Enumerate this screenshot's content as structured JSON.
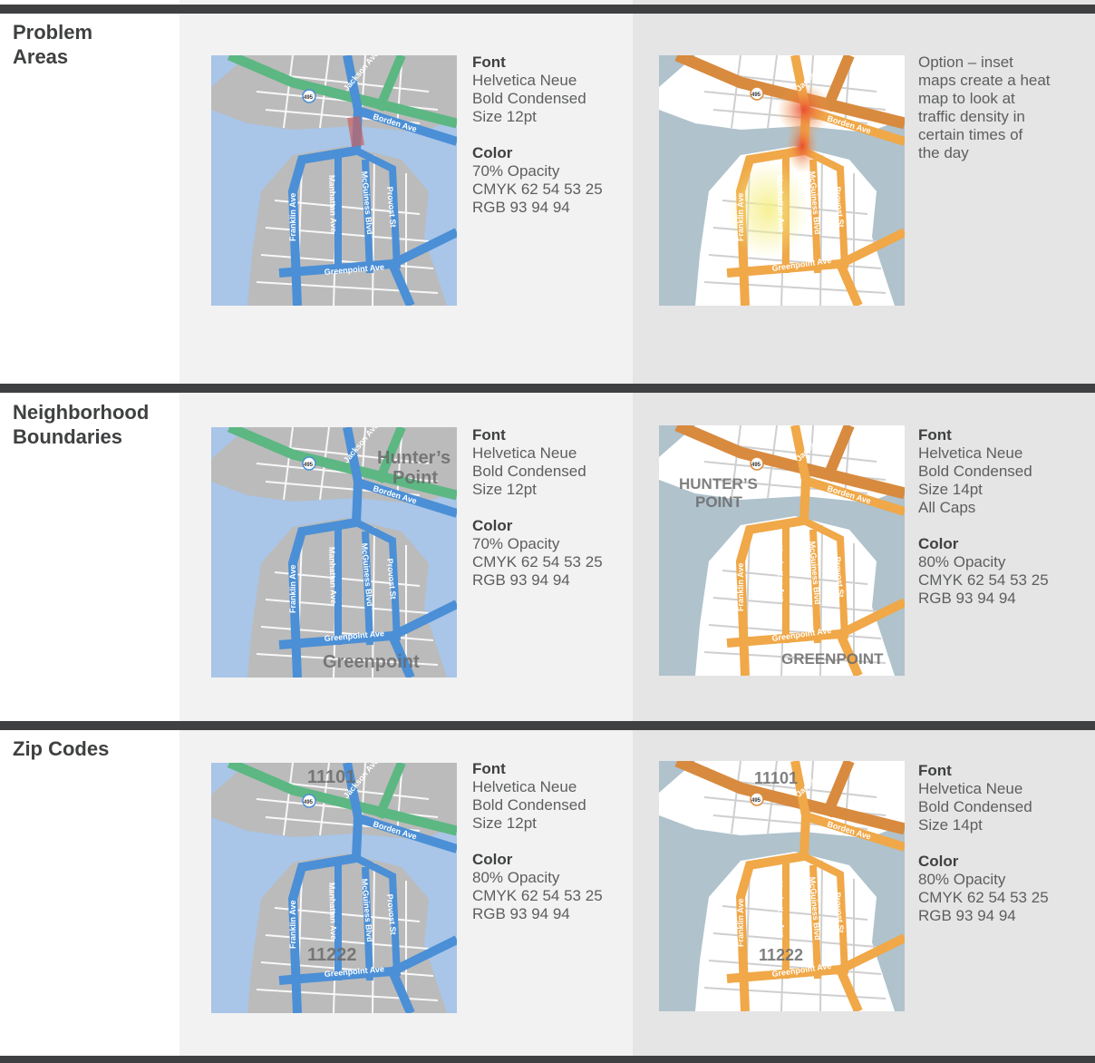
{
  "sections": [
    {
      "id": "problem",
      "title_line1": "Problem",
      "title_line2": "Areas",
      "left_spec": {
        "font_heading": "Font",
        "font_lines": [
          "Helvetica Neue",
          "Bold Condensed",
          "Size 12pt"
        ],
        "color_heading": "Color",
        "color_lines": [
          "70% Opacity",
          "CMYK 62 54 53 25",
          "RGB 93 94 94"
        ]
      },
      "right_note": [
        "Option – inset",
        "maps create a heat",
        "map to look at",
        "traffic density in",
        "certain times of",
        "the day"
      ]
    },
    {
      "id": "neighborhood",
      "title_line1": "Neighborhood",
      "title_line2": "Boundaries",
      "left_labels": {
        "hunters_1": "Hunter’s",
        "hunters_2": "Point",
        "greenpoint": "Greenpoint"
      },
      "right_labels": {
        "hunters_1": "HUNTER’S",
        "hunters_2": "POINT",
        "greenpoint": "GREENPOINT"
      },
      "left_spec": {
        "font_heading": "Font",
        "font_lines": [
          "Helvetica Neue",
          "Bold Condensed",
          "Size 12pt"
        ],
        "color_heading": "Color",
        "color_lines": [
          "70% Opacity",
          "CMYK 62 54 53 25",
          "RGB 93 94 94"
        ]
      },
      "right_spec": {
        "font_heading": "Font",
        "font_lines": [
          "Helvetica Neue",
          "Bold Condensed",
          "Size 14pt",
          "All Caps"
        ],
        "color_heading": "Color",
        "color_lines": [
          "80% Opacity",
          "CMYK 62 54 53 25",
          "RGB 93 94 94"
        ]
      }
    },
    {
      "id": "zip",
      "title_line1": "Zip Codes",
      "zips": {
        "north": "11101",
        "south": "11222"
      },
      "left_spec": {
        "font_heading": "Font",
        "font_lines": [
          "Helvetica Neue",
          "Bold Condensed",
          "Size 12pt"
        ],
        "color_heading": "Color",
        "color_lines": [
          "80% Opacity",
          "CMYK 62 54 53 25",
          "RGB 93 94 94"
        ]
      },
      "right_spec": {
        "font_heading": "Font",
        "font_lines": [
          "Helvetica Neue",
          "Bold Condensed",
          "Size 14pt"
        ],
        "color_heading": "Color",
        "color_lines": [
          "80% Opacity",
          "CMYK 62 54 53 25",
          "RGB 93 94 94"
        ]
      }
    }
  ],
  "map_labels": {
    "jackson": "Jackson Ave",
    "borden": "Borden Ave",
    "highway": "495",
    "franklin": "Franklin Ave",
    "manhattan": "Manhattan Ave",
    "mcguiness": "McGuiness Blvd",
    "provost": "Provost St",
    "greenpoint_ave": "Greenpoint Ave"
  },
  "colors": {
    "text": "#5d5e5e",
    "bar": "#3f4041",
    "panel_light": "#f2f2f2",
    "panel_dark": "#e5e5e5",
    "blue_water": "#a9c5e8",
    "blue_road": "#4b8fd6",
    "green_road": "#5cb782",
    "land_gray": "#bbbbbb",
    "gray_water": "#b0c2cc",
    "orange_road": "#f0a848",
    "orange_dark": "#d88a3e"
  }
}
